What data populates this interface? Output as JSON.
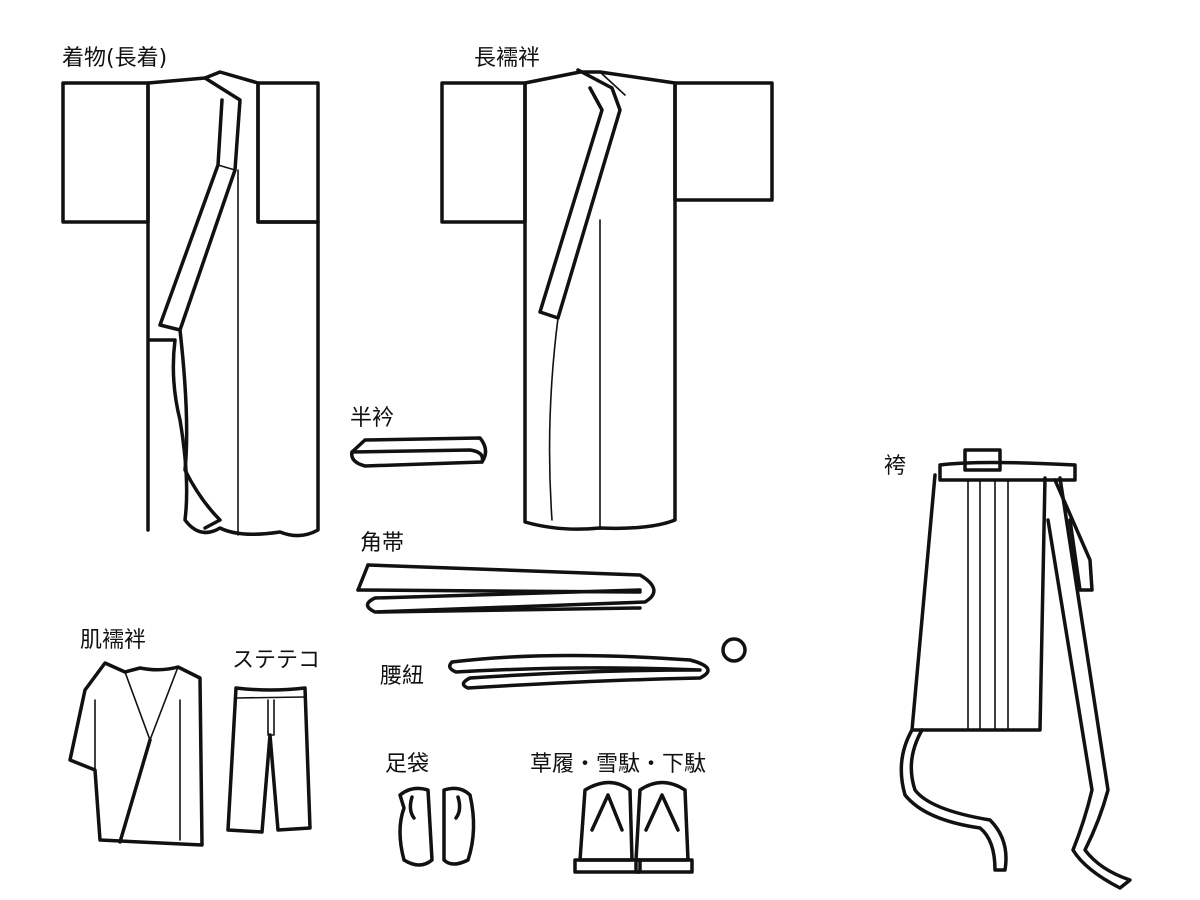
{
  "labels": {
    "kimono": "着物(長着)",
    "nagajuban": "長襦袢",
    "haneri": "半衿",
    "kakuobi": "角帯",
    "hadajuban": "肌襦袢",
    "suteteko": "ステテコ",
    "koshihimo": "腰紐",
    "tabi": "足袋",
    "footwear": "草履・雪駄・下駄",
    "hakama": "袴"
  }
}
